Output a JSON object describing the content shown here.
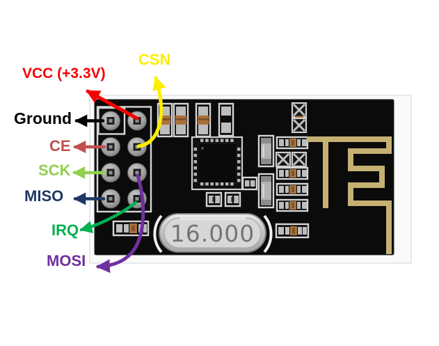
{
  "board": {
    "crystal": {
      "label": "16.000"
    },
    "colors": {
      "pcb": "#0b0b0c",
      "photo_backing": "#fafafa",
      "antenna": "#c6b173",
      "silkscreen": "#d6d6d6",
      "smd_body": "#a9713b",
      "crystal_text": "#757575"
    }
  },
  "pins": [
    {
      "pin": 1,
      "label": "Ground",
      "color": "#000000"
    },
    {
      "pin": 2,
      "label": "VCC (+3.3V)",
      "color": "#f50000"
    },
    {
      "pin": 3,
      "label": "CE",
      "color": "#c0504d"
    },
    {
      "pin": 4,
      "label": "CSN",
      "color": "#ffed00"
    },
    {
      "pin": 5,
      "label": "SCK",
      "color": "#92d050"
    },
    {
      "pin": 6,
      "label": "MOSI",
      "color": "#7030a0"
    },
    {
      "pin": 7,
      "label": "MISO",
      "color": "#1f3864"
    },
    {
      "pin": 8,
      "label": "IRQ",
      "color": "#00b050"
    }
  ]
}
